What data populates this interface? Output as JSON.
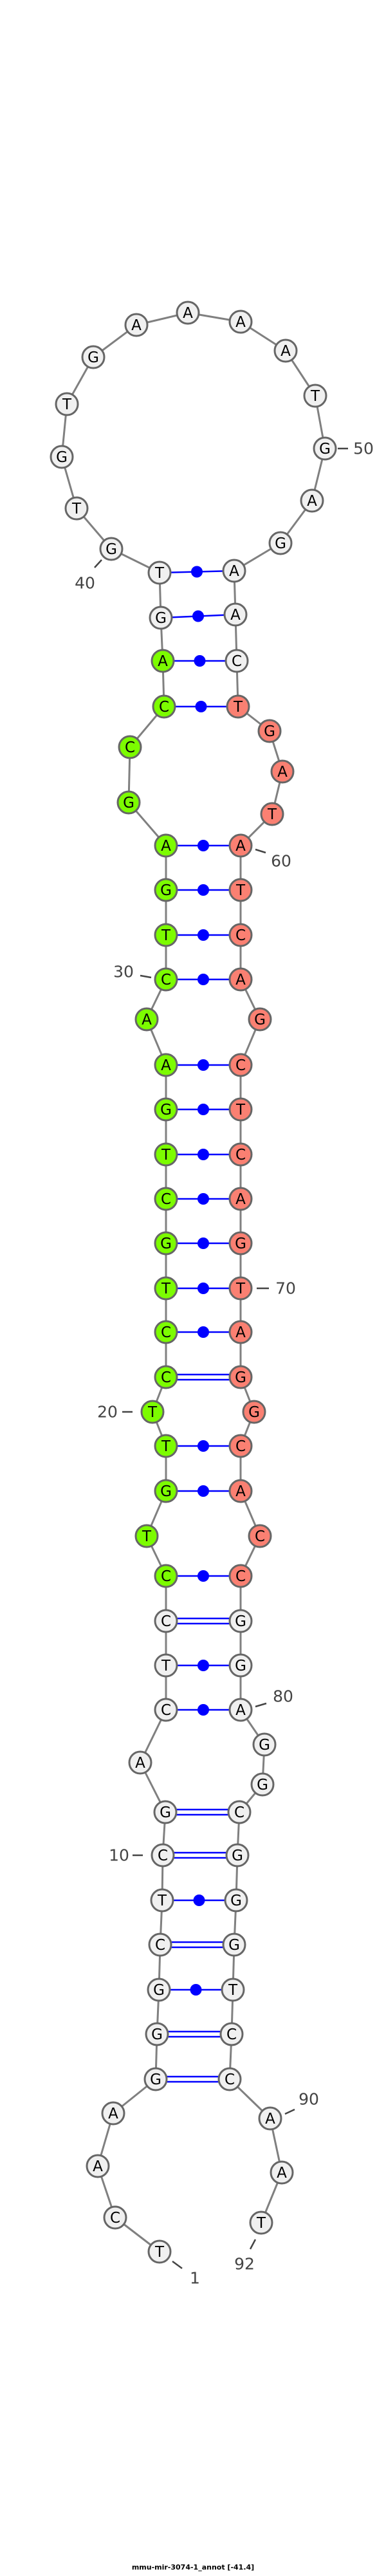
{
  "title": "mmu-mir-3074-1_annot [-41.4]",
  "sequence": "TCAAGGGCTCGACTCCTGTTCCTGCTGAACTGAGCCAGTGTGTGAAAATGAGAACTGATATCAGCTCAGTAGGCACCGGAGGCGGGTCCAAT",
  "colors": {
    "default_fill": "#f0f0f0",
    "region_5p_fill": "#7cfc00",
    "region_3p_fill": "#fa8072",
    "pair_line": "#0000ff",
    "backbone": "#808080"
  },
  "highlight_regions": [
    {
      "name": "5p",
      "start": 16,
      "end": 37,
      "color_key": "region_5p_fill"
    },
    {
      "name": "3p",
      "start": 56,
      "end": 77,
      "color_key": "region_3p_fill"
    }
  ],
  "pairs": [
    [
      5,
      89
    ],
    [
      6,
      88
    ],
    [
      7,
      87
    ],
    [
      8,
      86
    ],
    [
      9,
      85
    ],
    [
      10,
      84
    ],
    [
      11,
      83
    ],
    [
      13,
      80
    ],
    [
      14,
      79
    ],
    [
      15,
      78
    ],
    [
      16,
      77
    ],
    [
      18,
      75
    ],
    [
      19,
      74
    ],
    [
      21,
      72
    ],
    [
      22,
      71
    ],
    [
      23,
      70
    ],
    [
      24,
      69
    ],
    [
      25,
      68
    ],
    [
      26,
      67
    ],
    [
      27,
      66
    ],
    [
      28,
      65
    ],
    [
      30,
      63
    ],
    [
      31,
      62
    ],
    [
      32,
      61
    ],
    [
      33,
      60
    ],
    [
      36,
      56
    ],
    [
      37,
      55
    ],
    [
      38,
      54
    ],
    [
      39,
      53
    ]
  ],
  "position_labels": {
    "l1": "1",
    "l10": "10",
    "l20": "20",
    "l30": "30",
    "l40": "40",
    "l50": "50",
    "l60": "60",
    "l70": "70",
    "l80": "80",
    "l90": "90",
    "l92": "92"
  }
}
